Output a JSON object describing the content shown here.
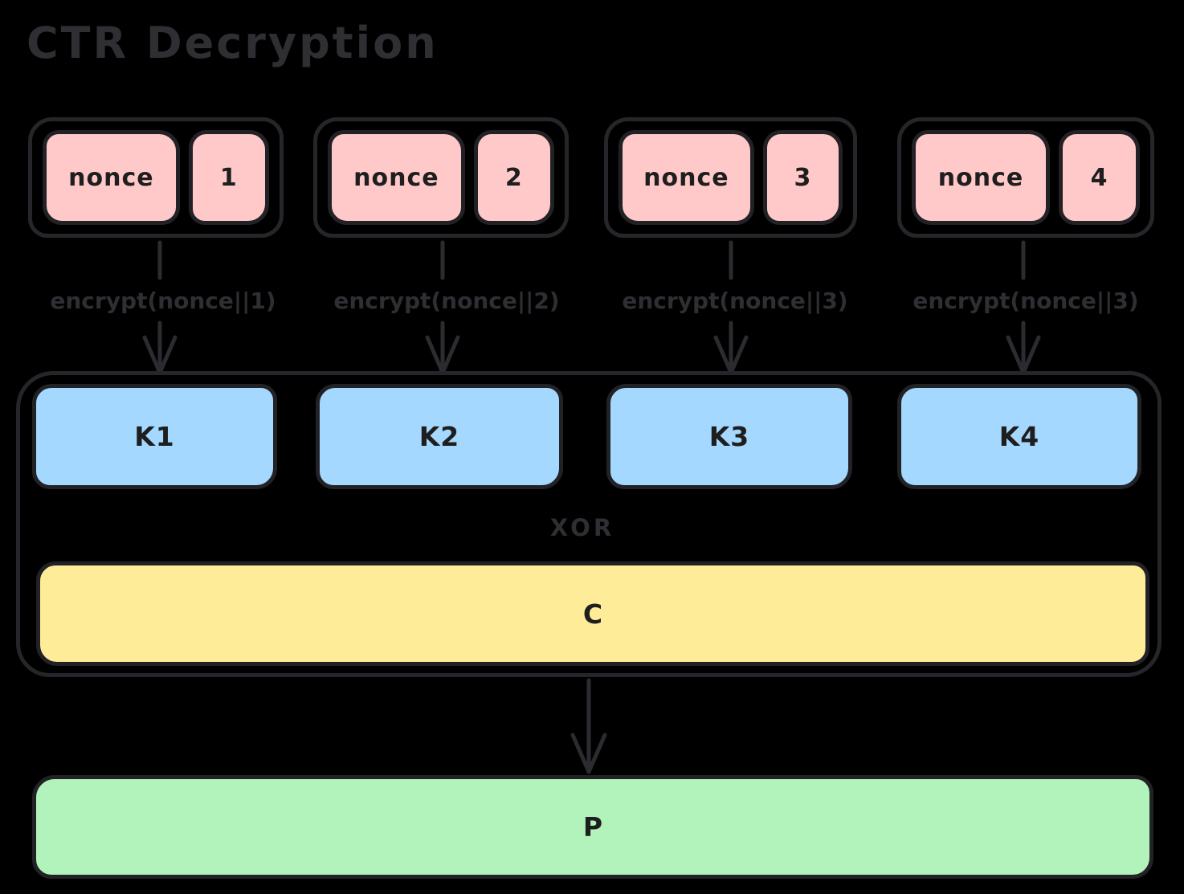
{
  "title": "CTR Decryption",
  "colors": {
    "background": "#000000",
    "stroke": "#2b2b30",
    "box_border": "#222226",
    "box_text": "#1e1e1e",
    "nonce_fill": "#ffc9c9",
    "keystream_fill": "#a5d8ff",
    "ciphertext_fill": "#ffec99",
    "plaintext_fill": "#b2f2bb"
  },
  "nonce_groups": [
    {
      "label": "nonce",
      "counter": "1",
      "encrypt_label": "encrypt(nonce||1)"
    },
    {
      "label": "nonce",
      "counter": "2",
      "encrypt_label": "encrypt(nonce||2)"
    },
    {
      "label": "nonce",
      "counter": "3",
      "encrypt_label": "encrypt(nonce||3)"
    },
    {
      "label": "nonce",
      "counter": "4",
      "encrypt_label": "encrypt(nonce||3)"
    }
  ],
  "keystream_blocks": [
    {
      "label": "K1"
    },
    {
      "label": "K2"
    },
    {
      "label": "K3"
    },
    {
      "label": "K4"
    }
  ],
  "xor_label": "XOR",
  "ciphertext_label": "C",
  "plaintext_label": "P"
}
